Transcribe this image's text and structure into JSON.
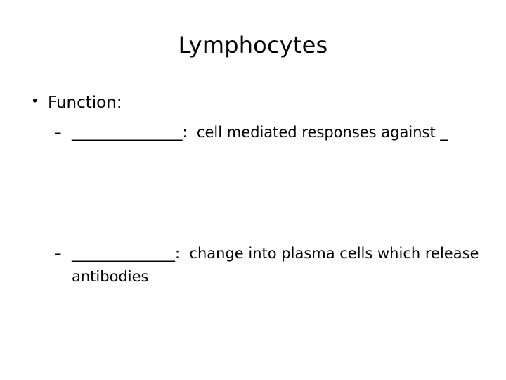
{
  "slide": {
    "title": "Lymphocytes",
    "bullets": [
      {
        "level": 1,
        "marker": "•",
        "text": "Function:"
      },
      {
        "level": 2,
        "marker": "–",
        "text": "_______________:  cell mediated responses against _"
      },
      {
        "level": 2,
        "marker": "–",
        "text": "______________:  change into plasma cells which release antibodies"
      }
    ]
  }
}
